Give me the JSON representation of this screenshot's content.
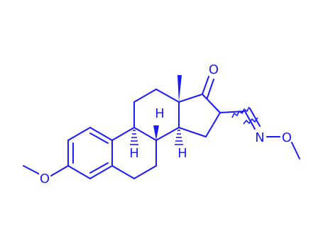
{
  "colors": {
    "bond": "#1a1aff",
    "atom": "#1a1aff",
    "background": "#ffffff"
  },
  "atoms": {
    "o_ketone": "O",
    "o_methoxy": "O",
    "n_oxime": "N",
    "o_oxime": "O",
    "h_c9": "H",
    "h_c8": "H",
    "h_c14": "H"
  }
}
